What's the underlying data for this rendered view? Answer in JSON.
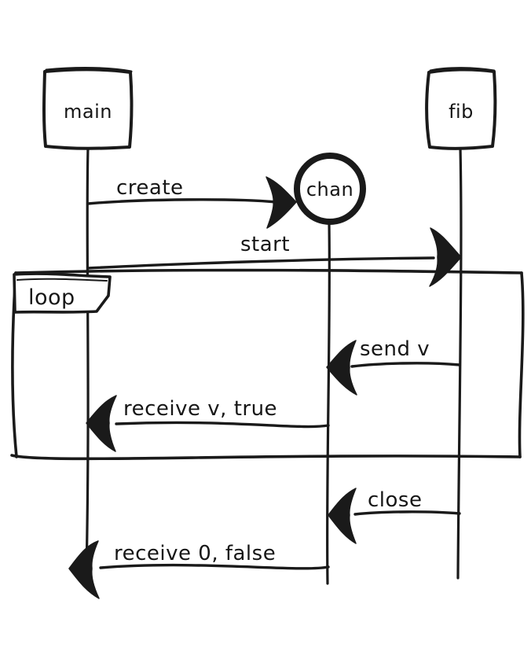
{
  "diagram": {
    "type": "sequence",
    "style": "hand-drawn",
    "background": "#ffffff",
    "ink": "#1a1a1a",
    "actors": [
      {
        "id": "main",
        "label": "main",
        "shape": "rectangle"
      },
      {
        "id": "chan",
        "label": "chan",
        "shape": "circle"
      },
      {
        "id": "fib",
        "label": "fib",
        "shape": "rectangle"
      }
    ],
    "fragments": [
      {
        "label": "loop",
        "contains": [
          "send v",
          "receive v, true"
        ]
      }
    ],
    "messages": [
      {
        "label": "create",
        "from": "main",
        "to": "chan"
      },
      {
        "label": "start",
        "from": "main",
        "to": "fib"
      },
      {
        "label": "send v",
        "from": "fib",
        "to": "chan"
      },
      {
        "label": "receive v, true",
        "from": "chan",
        "to": "main"
      },
      {
        "label": "close",
        "from": "fib",
        "to": "chan"
      },
      {
        "label": "receive 0, false",
        "from": "chan",
        "to": "main"
      }
    ]
  }
}
